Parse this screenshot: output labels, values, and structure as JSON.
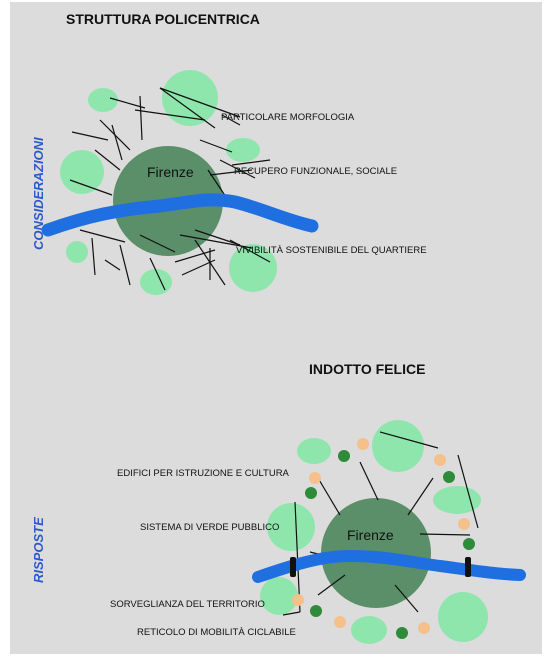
{
  "top": {
    "title": "STRUTTURA POLICENTRICA",
    "side_label": "CONSIDERAZIONI",
    "city_label": "Firenze",
    "items": [
      "PARTICOLARE MORFOLOGIA",
      "RECUPERO FUNZIONALE, SOCIALE",
      "VIVIBILITÀ SOSTENIBILE DEL QUARTIERE"
    ]
  },
  "bottom": {
    "title": "INDOTTO FELICE",
    "side_label": "RISPOSTE",
    "city_label": "Firenze",
    "items": [
      "EDIFICI PER ISTRUZIONE E CULTURA",
      "SISTEMA DI VERDE PUBBLICO",
      "SORVEGLIANZA DEL TERRITORIO",
      "RETICOLO DI MOBILITÀ CICLABILE"
    ]
  },
  "colors": {
    "background": "#dcdcdc",
    "city": "#5a8f6a",
    "green_area": "#8ee6ad",
    "river": "#1f6fe0",
    "dark_dot": "#2e8b3a",
    "orange_dot": "#f5c08a",
    "side_text": "#2a5bc9"
  }
}
